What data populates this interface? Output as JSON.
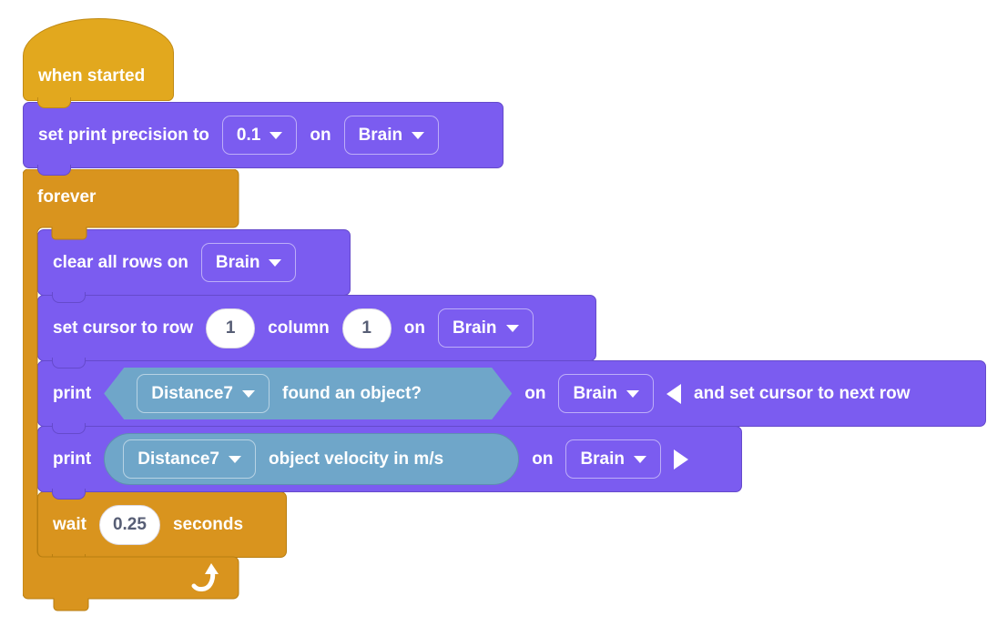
{
  "palette": {
    "canvas_bg": "#FFFFFF",
    "event_gold": "#E2A81E",
    "control_orange": "#D9941E",
    "print_purple": "#7B5CF0",
    "device_blue": "#6FA6C9",
    "input_text": "#575E75",
    "block_text": "#FFFFFF"
  },
  "blocks": {
    "when_started": {
      "label": "when started"
    },
    "set_print_precision": {
      "prefix": "set print precision to",
      "precision": "0.1",
      "on": "on",
      "device": "Brain"
    },
    "forever": {
      "label": "forever"
    },
    "clear_all_rows": {
      "prefix": "clear all rows on",
      "device": "Brain"
    },
    "set_cursor": {
      "prefix": "set cursor to row",
      "row": "1",
      "column_label": "column",
      "column": "1",
      "on": "on",
      "device": "Brain"
    },
    "print_found_object": {
      "print": "print",
      "sensor": "Distance7",
      "condition": "found an object?",
      "on": "on",
      "device": "Brain",
      "expanded_suffix": "and set cursor to next row"
    },
    "print_velocity": {
      "print": "print",
      "sensor": "Distance7",
      "value_label": "object velocity in m/s",
      "on": "on",
      "device": "Brain"
    },
    "wait": {
      "label": "wait",
      "seconds": "0.25",
      "suffix": "seconds"
    }
  },
  "icons": {
    "dropdown_caret": "caret-down",
    "collapse_arrow": "triangle-left",
    "expand_arrow": "triangle-right",
    "loop_arrow": "loop-arrow"
  }
}
